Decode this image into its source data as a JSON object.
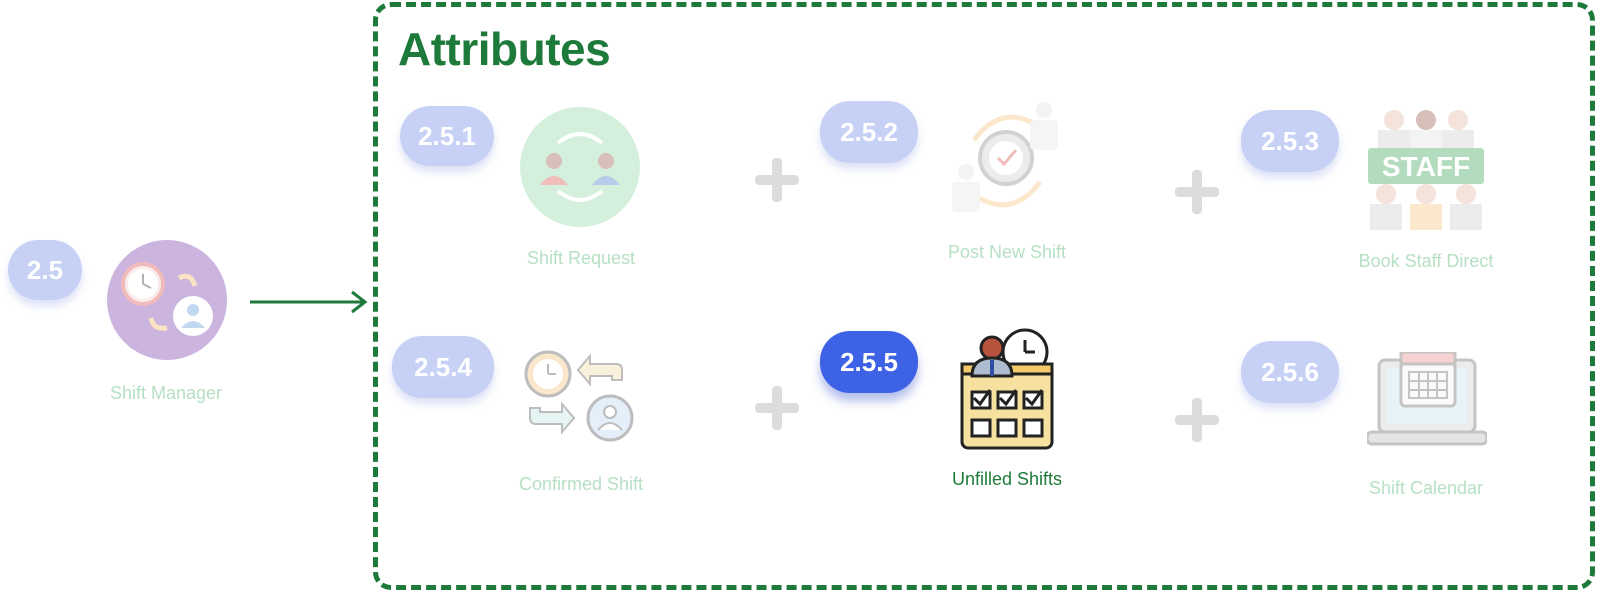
{
  "root": {
    "badge": "2.5",
    "label": "Shift Manager"
  },
  "attributes_title": "Attributes",
  "items": [
    {
      "badge": "2.5.1",
      "label": "Shift Request",
      "state": "faded"
    },
    {
      "badge": "2.5.2",
      "label": "Post New Shift",
      "state": "faded"
    },
    {
      "badge": "2.5.3",
      "label": "Book Staff Direct",
      "state": "faded",
      "icon_text": "STAFF"
    },
    {
      "badge": "2.5.4",
      "label": "Confirmed Shift",
      "state": "faded"
    },
    {
      "badge": "2.5.5",
      "label": "Unfilled Shifts",
      "state": "active"
    },
    {
      "badge": "2.5.6",
      "label": "Shift Calendar",
      "state": "faded"
    }
  ],
  "colors": {
    "accent_green": "#1e7a3a",
    "badge_active": "#3d62e6",
    "badge_faded": "#c7d1f6"
  }
}
